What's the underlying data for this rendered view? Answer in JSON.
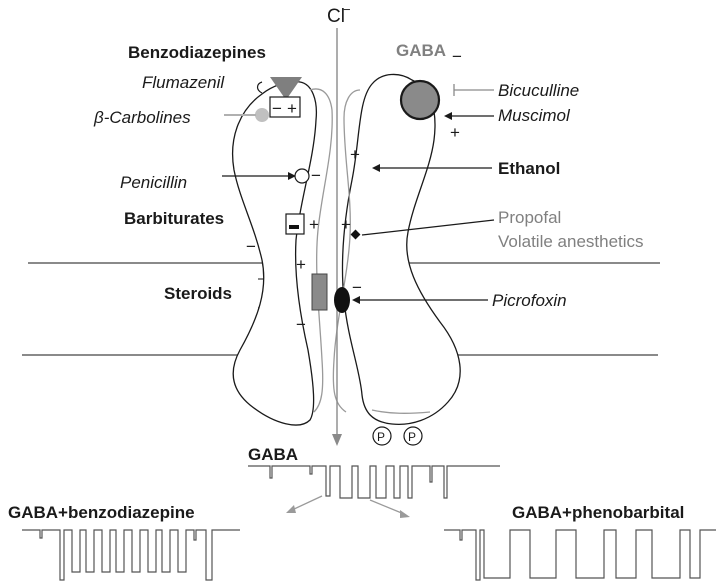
{
  "ion": {
    "label": "Cl",
    "superscript": "−"
  },
  "labels": {
    "benzodiazepines": "Benzodiazepines",
    "flumazenil": "Flumazenil",
    "beta_carbolines": "β-Carbolines",
    "penicillin": "Penicillin",
    "barbiturates": "Barbiturates",
    "steroids": "Steroids",
    "gaba_top": "GABA",
    "bicuculline": "Bicuculline",
    "muscimol": "Muscimol",
    "ethanol": "Ethanol",
    "propofal": "Propofal",
    "volatile_anesthetics": "Volatile anesthetics",
    "picrofoxin": "Picrofoxin",
    "phospho": "P"
  },
  "signs": {
    "plus": "+",
    "minus": "−"
  },
  "traces": {
    "gaba": "GABA",
    "gaba_benzo": "GABA+benzodiazepine",
    "gaba_pheno": "GABA+phenobarbital"
  },
  "colors": {
    "text": "#1a1a1a",
    "gray_text": "#808080",
    "membrane": "#8a8a8a",
    "site_fill": "#7f7f7f",
    "picro_fill": "#111111"
  }
}
